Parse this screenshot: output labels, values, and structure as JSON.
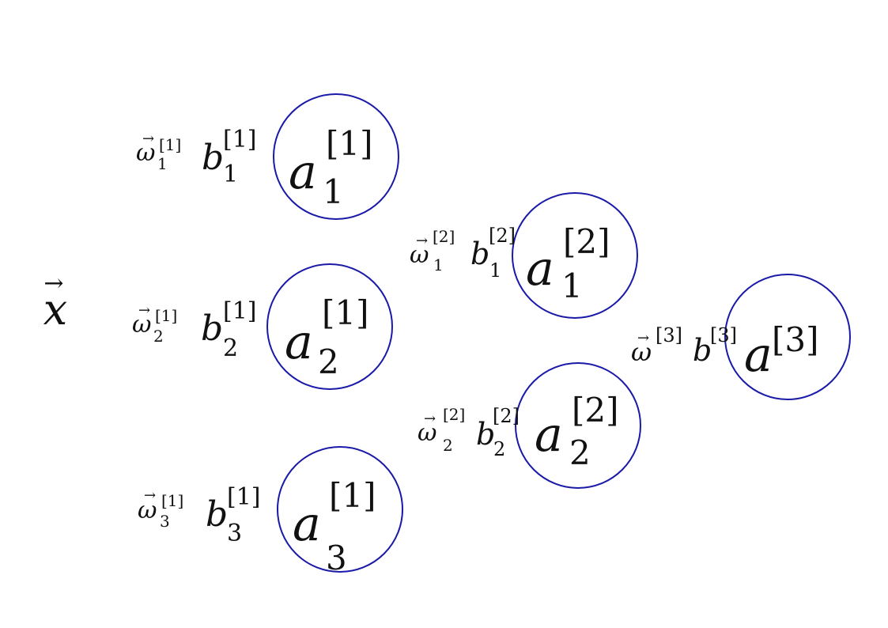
{
  "input": {
    "symbol": "x",
    "arrow": "→"
  },
  "layer1": [
    {
      "a": "a",
      "sup": "[1]",
      "sub": "1",
      "w": "ω",
      "w_sup": "[1]",
      "w_sub": "1",
      "b": "b",
      "b_sup": "[1]",
      "b_sub": "1"
    },
    {
      "a": "a",
      "sup": "[1]",
      "sub": "2",
      "w": "ω",
      "w_sup": "[1]",
      "w_sub": "2",
      "b": "b",
      "b_sup": "[1]",
      "b_sub": "2"
    },
    {
      "a": "a",
      "sup": "[1]",
      "sub": "3",
      "w": "ω",
      "w_sup": "[1]",
      "w_sub": "3",
      "b": "b",
      "b_sup": "[1]",
      "b_sub": "3"
    }
  ],
  "layer2": [
    {
      "a": "a",
      "sup": "[2]",
      "sub": "1",
      "w": "ω",
      "w_sup": "[2]",
      "w_sub": "1",
      "b": "b",
      "b_sup": "[2]",
      "b_sub": "1"
    },
    {
      "a": "a",
      "sup": "[2]",
      "sub": "2",
      "w": "ω",
      "w_sup": "[2]",
      "w_sub": "2",
      "b": "b",
      "b_sup": "[2]",
      "b_sub": "2"
    }
  ],
  "layer3": [
    {
      "a": "a",
      "sup": "[3]",
      "w": "ω",
      "w_sup": "[3]",
      "b": "b",
      "b_sup": "[3]"
    }
  ],
  "colors": {
    "node_stroke": "#1a1aa8",
    "text": "#111111"
  }
}
